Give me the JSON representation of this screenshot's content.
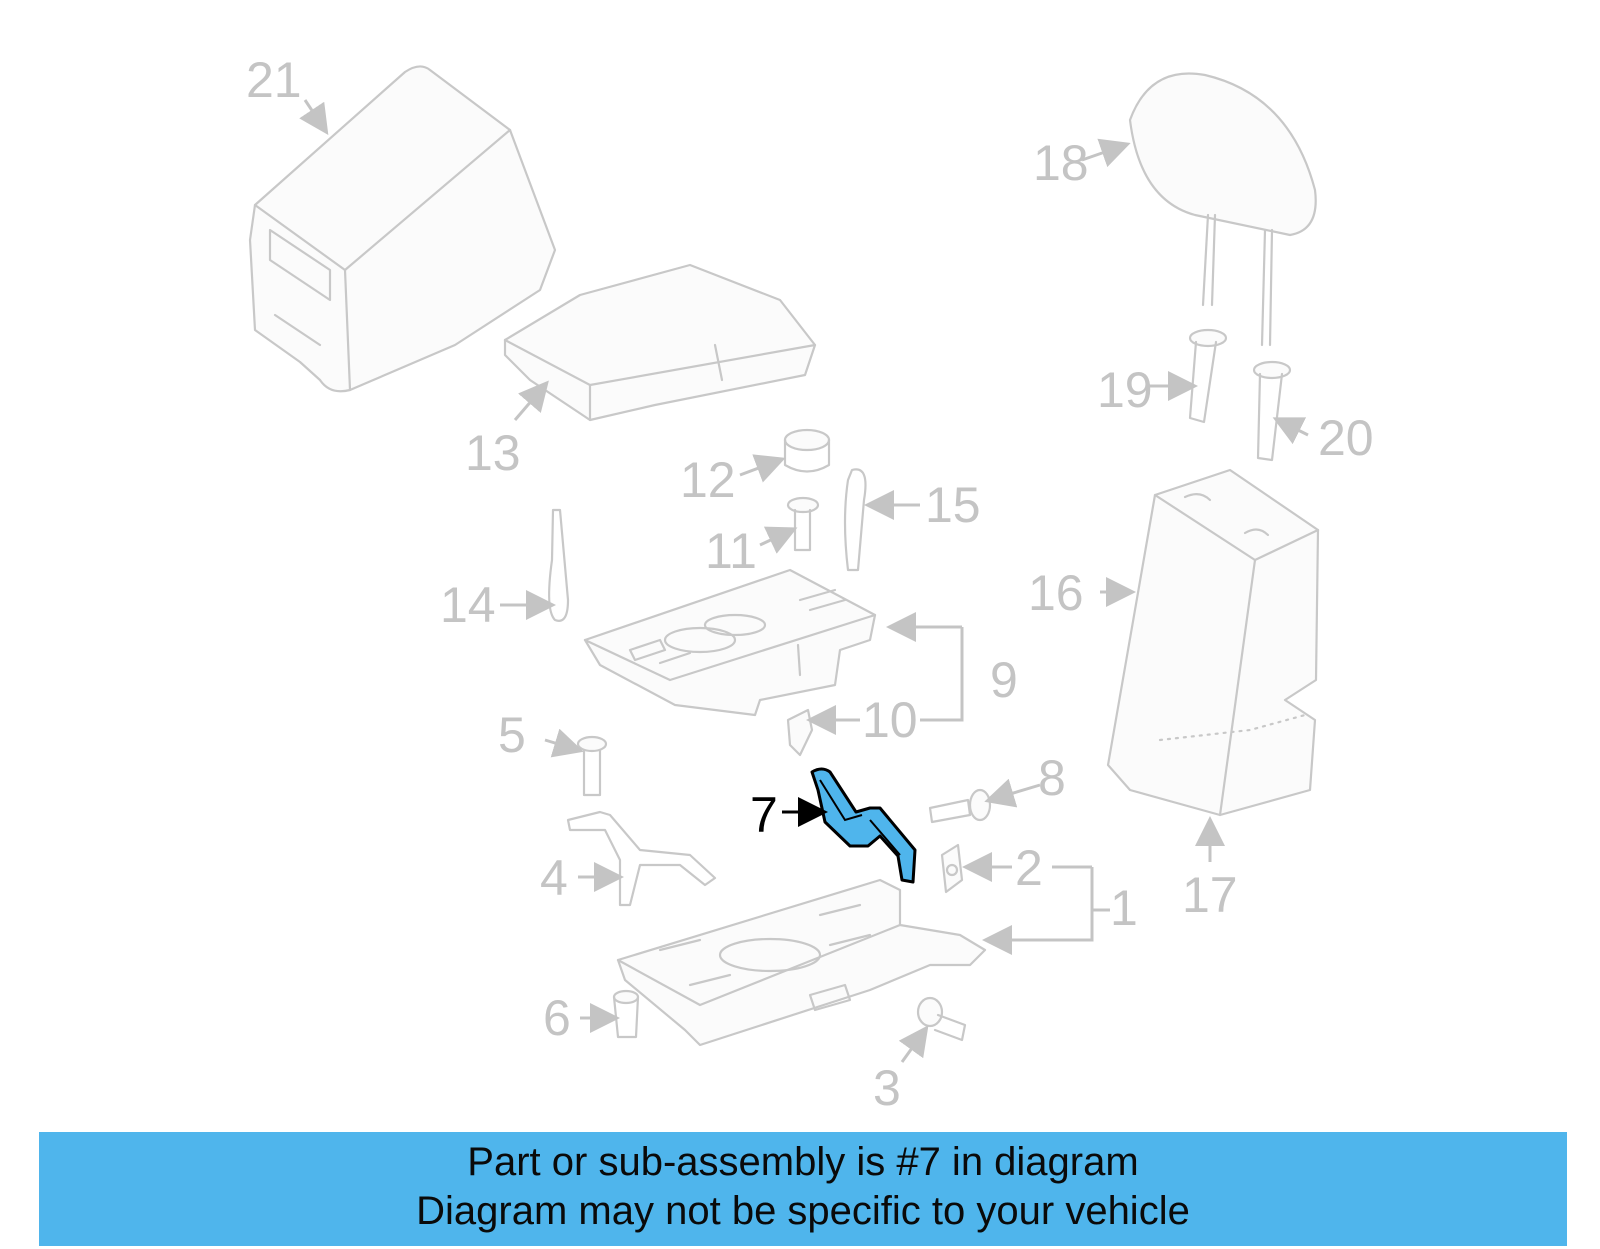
{
  "diagram": {
    "highlighted_part": "7",
    "highlight_color": "#4fb5ec",
    "ghost_color": "#c8c8c8",
    "labels": [
      "1",
      "2",
      "3",
      "4",
      "5",
      "6",
      "7",
      "8",
      "9",
      "10",
      "11",
      "12",
      "13",
      "14",
      "15",
      "16",
      "17",
      "18",
      "19",
      "20",
      "21"
    ]
  },
  "banner": {
    "line1": "Part or sub-assembly is #7 in diagram",
    "line2": "Diagram may not be specific to your vehicle",
    "background": "#4fb5ec"
  }
}
